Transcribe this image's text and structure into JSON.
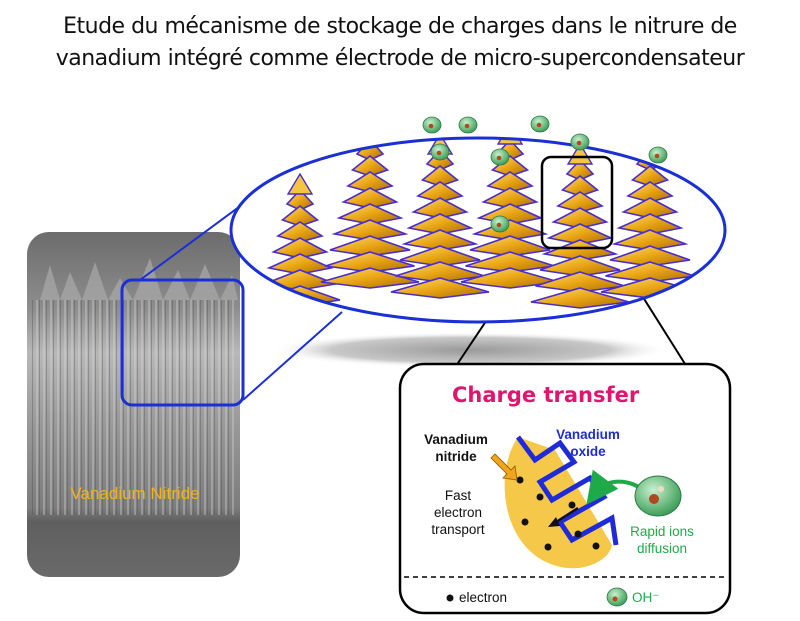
{
  "title": {
    "line1": "Etude du mécanisme de stockage de charges dans le nitrure de",
    "line2": "vanadium intégré comme électrode de micro-supercondensateur"
  },
  "sem": {
    "label": "Vanadium Nitride"
  },
  "inset": {
    "title": "Charge transfer",
    "vn_label": "Vanadium\nnitride",
    "oxide_label": "Vanadium\noxide",
    "transport_label": "Fast\nelectron\ntransport",
    "diffusion_label": "Rapid ions\ndiffusion",
    "legend_electron": "electron",
    "legend_ion": "OH⁻"
  },
  "colors": {
    "title_pink": "#e0156f",
    "outline_blue": "#1a2fd6",
    "gold": "#f5b71c",
    "oxide_blue": "#1e2bd6",
    "ion_green": "#2e9d4e",
    "arrow_green": "#1faa4a",
    "label_orange": "#f2b21a"
  }
}
